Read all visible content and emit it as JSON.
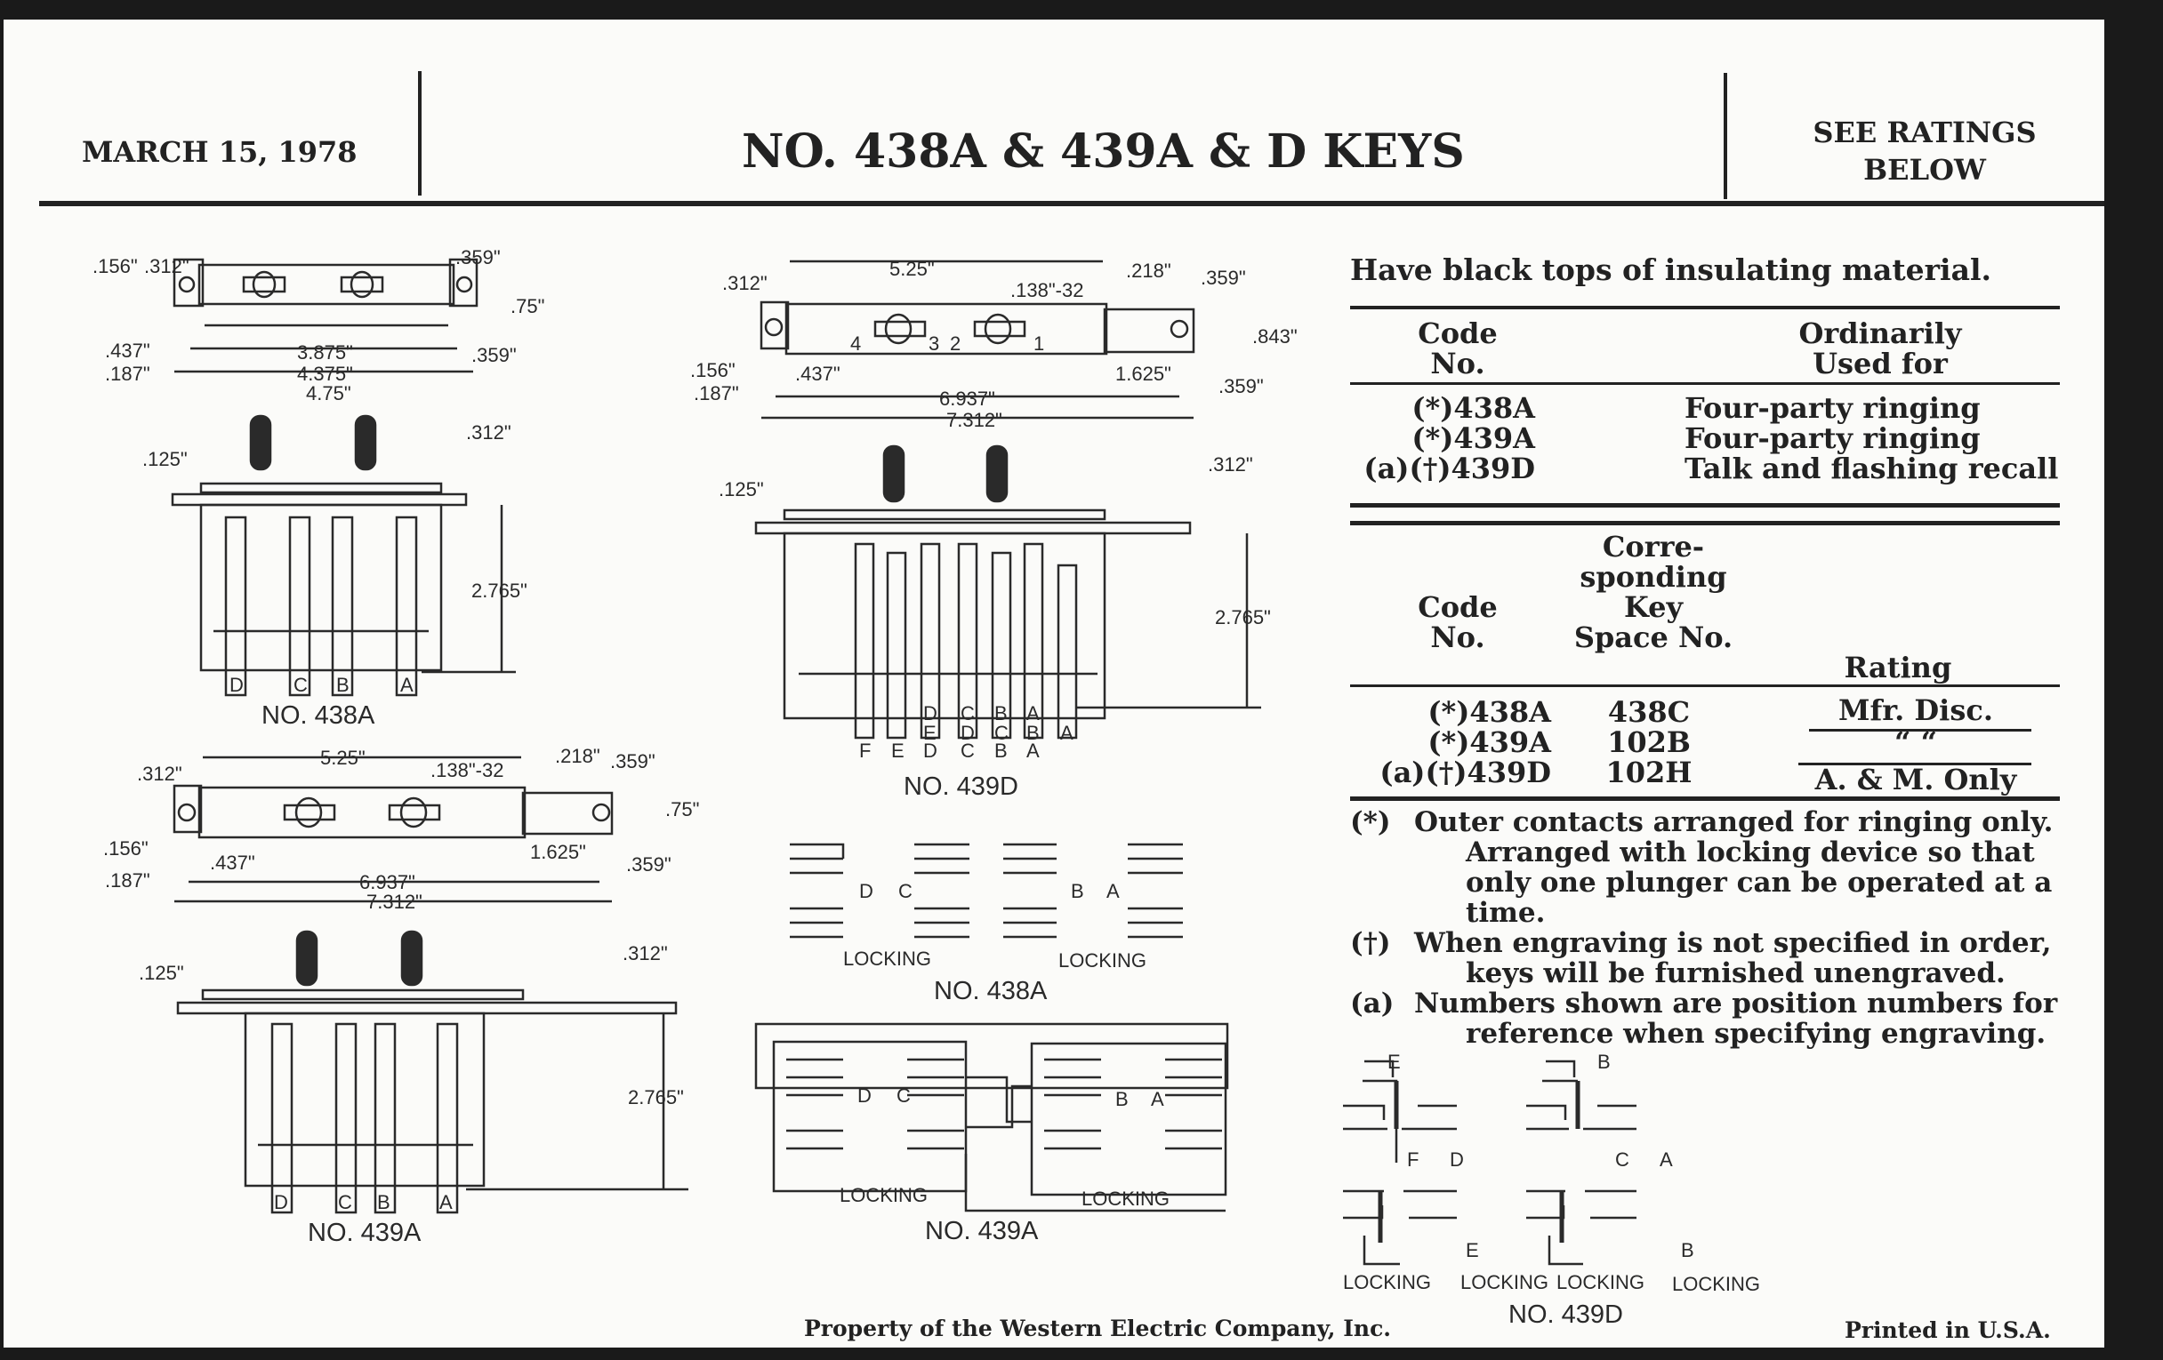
{
  "header": {
    "date": "MARCH 15, 1978",
    "title": "NO. 438A & 439A & D KEYS",
    "ratings_note_line1": "SEE RATINGS",
    "ratings_note_line2": "BELOW"
  },
  "intro": "Have black tops of insulating material.",
  "usage_table": {
    "headers": {
      "code_l1": "Code",
      "code_l2": "No.",
      "use_l1": "Ordinarily",
      "use_l2": "Used for"
    },
    "rows": [
      {
        "code": "(*)438A",
        "use": "Four-party ringing"
      },
      {
        "code": "(*)439A",
        "use": "Four-party ringing"
      },
      {
        "code": "(a)(†)439D",
        "use": "Talk and flashing recall"
      }
    ]
  },
  "rating_table": {
    "headers": {
      "code_l1": "Code",
      "code_l2": "No.",
      "space_l1": "Corre-",
      "space_l2": "sponding",
      "space_l3": "Key",
      "space_l4": "Space No.",
      "rating": "Rating"
    },
    "rows": [
      {
        "code": "(*)438A",
        "space": "438C",
        "rating": "Mfr. Disc."
      },
      {
        "code": "(*)439A",
        "space": "102B",
        "rating": "“      “"
      },
      {
        "code": "(a)(†)439D",
        "space": "102H",
        "rating": "A. & M. Only"
      }
    ]
  },
  "notes": [
    {
      "mark": "(*)",
      "lines": [
        "Outer contacts arranged for ringing only.",
        "Arranged with locking device so that",
        "only one plunger can be operated at a",
        "time."
      ]
    },
    {
      "mark": "(†)",
      "lines": [
        "When engraving is not specified in order,",
        "keys will be furnished unengraved."
      ]
    },
    {
      "mark": "(a)",
      "lines": [
        "Numbers shown are position numbers for",
        "reference when specifying engraving."
      ]
    }
  ],
  "drawings": {
    "top438a": {
      "d156": ".156\"",
      "d312": ".312\"",
      "d359a": ".359\"",
      "d75": ".75\"",
      "d359b": ".359\"",
      "d437": ".437\"",
      "d187": ".187\"",
      "d3875": "3.875\"",
      "d4375": "4.375\"",
      "d475": "4.75\""
    },
    "side438a": {
      "d125": ".125\"",
      "d312": ".312\"",
      "d2765": "2.765\"",
      "letters": [
        "D",
        "C",
        "B",
        "A"
      ],
      "caption": "NO. 438A"
    },
    "top439d": {
      "d312": ".312\"",
      "d525": "5.25\"",
      "d138": ".138\"-32",
      "d218": ".218\"",
      "d359a": ".359\"",
      "d843": ".843\"",
      "d359b": ".359\"",
      "d156": ".156\"",
      "d187": ".187\"",
      "d437": ".437\"",
      "d1625": "1.625\"",
      "d6937": "6.937\"",
      "d7312": "7.312\"",
      "positions": [
        "4",
        "3",
        "2",
        "1"
      ]
    },
    "side439d": {
      "d125": ".125\"",
      "d312": ".312\"",
      "d2765": "2.765\"",
      "row1": [
        "D",
        "C",
        "B",
        "A"
      ],
      "row2": [
        "E",
        "D",
        "C",
        "B",
        "A"
      ],
      "row3": [
        "F",
        "E",
        "D",
        "C",
        "B",
        "A"
      ],
      "caption": "NO. 439D"
    },
    "top439a": {
      "d312": ".312\"",
      "d525": "5.25\"",
      "d138": ".138\"-32",
      "d218": ".218\"",
      "d359a": ".359\"",
      "d75": ".75\"",
      "d156": ".156\"",
      "d437": ".437\"",
      "d1625": "1.625\"",
      "d359b": ".359\"",
      "d187": ".187\"",
      "d6937": "6.937\"",
      "d7312": "7.312\""
    },
    "side439a": {
      "d125": ".125\"",
      "d312": ".312\"",
      "d2765": "2.765\"",
      "letters": [
        "D",
        "C",
        "B",
        "A"
      ],
      "caption": "NO. 439A"
    },
    "circuit438a": {
      "letters": [
        "D",
        "C",
        "B",
        "A"
      ],
      "locking": "LOCKING",
      "caption": "NO. 438A"
    },
    "circuit439a": {
      "letters": [
        "D",
        "C",
        "B",
        "A"
      ],
      "locking": "LOCKING",
      "caption": "NO. 439A"
    },
    "circuit439d": {
      "letters": [
        "E",
        "F",
        "D",
        "E",
        "B",
        "C",
        "A",
        "B"
      ],
      "locking": "LOCKING",
      "caption": "NO. 439D"
    }
  },
  "footer": {
    "property": "Property of the Western Electric Company, Inc.",
    "printed": "Printed in U.S.A."
  }
}
